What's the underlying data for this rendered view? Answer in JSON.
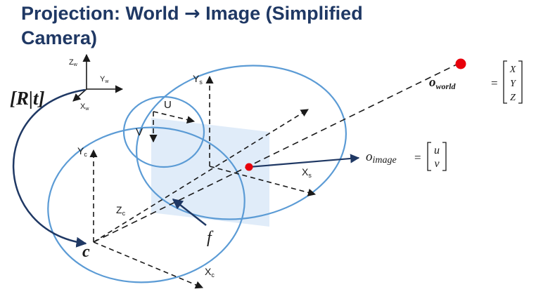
{
  "title": {
    "part1": "Projection: World ",
    "arrow": "→",
    "part2": " Image (Simplified Camera)"
  },
  "world_axes": {
    "z": "Z",
    "y": "Y",
    "x": "X",
    "sub": "w"
  },
  "rt_label": "[R|t]",
  "image_axes": {
    "y": "Y",
    "x": "X",
    "sub": "s"
  },
  "image_uv": {
    "u": "U",
    "v": "V"
  },
  "camera_axes": {
    "y": "Y",
    "z": "Z",
    "x": "X",
    "sub": "c"
  },
  "camera_center": "c",
  "focal_length": "f",
  "world_point": {
    "label": "o",
    "sub": "world",
    "equals": "=",
    "vector": [
      "X",
      "Y",
      "Z"
    ]
  },
  "image_point": {
    "label": "o",
    "sub": "image",
    "equals": "=",
    "vector": [
      "u",
      "v"
    ]
  },
  "colors": {
    "title": "#1f3864",
    "ellipse": "#5b9bd5",
    "point": "#e8000b",
    "plane": "#d5e6f7",
    "ink": "#1a1a1a"
  }
}
